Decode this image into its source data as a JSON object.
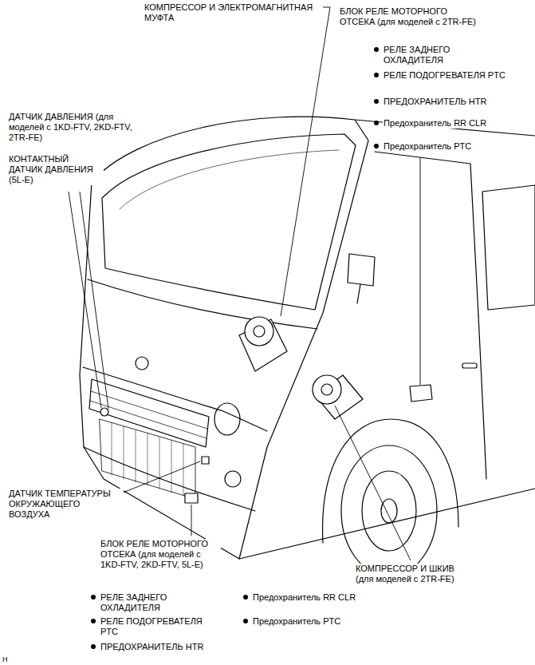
{
  "diagram": {
    "labels": [
      "КОМПРЕССОР И ЭЛЕКТРОМАГНИТНАЯ МУФТА",
      "БЛОК РЕЛЕ МОТОРНОГО ОТСЕКА (для моделей с 2TR-FE)",
      "РЕЛЕ ЗАДНЕГО ОХЛАДИТЕЛЯ",
      "РЕЛЕ ПОДОГРЕВАТЕЛЯ PTC",
      "ПРЕДОХРАНИТЕЛЬ HTR",
      "Предохранитель RR CLR",
      "Предохранитель PTC",
      "ДАТЧИК ДАВЛЕНИЯ (для моделей с 1KD-FTV, 2KD-FTV, 2TR-FE)",
      "КОНТАКТНЫЙ ДАТЧИК ДАВЛЕНИЯ (5L-E)",
      "ДАТЧИК ТЕМПЕРАТУРЫ ОКРУЖАЮЩЕГО ВОЗДУХА",
      "БЛОК РЕЛЕ МОТОРНОГО ОТСЕКА (для моделей с 1KD-FTV, 2KD-FTV, 5L-E)",
      "КОМПРЕССОР И ШКИВ (для моделей с 2TR-FE)",
      "РЕЛЕ ЗАДНЕГО ОХЛАДИТЕЛЯ",
      "РЕЛЕ ПОДОГРЕВАТЕЛЯ PTC",
      "ПРЕДОХРАНИТЕЛЬ HTR",
      "Предохранитель RR CLR",
      "Предохранитель PTC",
      "H"
    ]
  }
}
